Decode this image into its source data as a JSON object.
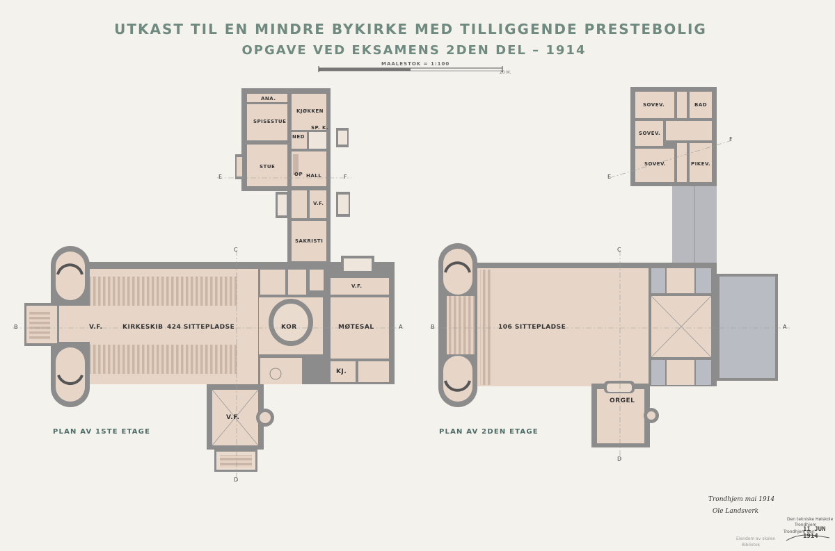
{
  "title": {
    "line1": "UTKAST TIL EN MINDRE BYKIRKE MED TILLIGGENDE PRESTEBOLIG",
    "line2": "OPGAVE VED EKSAMENS 2DEN DEL – 1914"
  },
  "scale": {
    "label": "MAALESTOK = 1:100",
    "end_label": "20 M."
  },
  "plans": {
    "first_floor": {
      "label": "PLAN AV 1STE ETAGE",
      "rooms": {
        "ana": "ANA.",
        "kjokken": "KJØKKEN",
        "spisestue": "SPISESTUE",
        "spk": "SP. K.",
        "ned": "NED",
        "stue": "STUE",
        "hall": "HALL",
        "op": "OP",
        "vf_house": "V.F.",
        "sakristi": "SAKRISTI",
        "vf_right": "V.F.",
        "vf_west": "V.F.",
        "kirkeskib": "KIRKESKIB",
        "seats": "424 SITTEPLADSE",
        "kor": "KOR",
        "motesal": "MØTESAL",
        "kj": "KJ.",
        "vf_south": "V.F."
      },
      "axes": {
        "b": "B",
        "a": "A",
        "e": "E",
        "f": "F",
        "c": "C",
        "d": "D"
      }
    },
    "second_floor": {
      "label": "PLAN AV 2DEN ETAGE",
      "rooms": {
        "sovev1": "SOVEV.",
        "bad": "BAD",
        "sovev2": "SOVEV.",
        "sovev3": "SOVEV.",
        "pikev": "PIKEV.",
        "seats": "106 SITTEPLADSE",
        "orgel": "ORGEL"
      },
      "axes": {
        "b": "B",
        "a": "A",
        "e": "E",
        "f": "F",
        "c": "C",
        "d": "D"
      }
    }
  },
  "annotations": {
    "signature_line1": "Trondhjem mai 1914",
    "signature_line2": "Ole Landsverk"
  },
  "stamp": {
    "line1": "Den tekniske Høiskole",
    "line2": "Trondhjem",
    "date_prefix": "Trondhjem den",
    "date": "11 JUN 1914"
  },
  "faded_stamp": {
    "line1": "Eiendom av skolen",
    "line2": "Bibliotek"
  },
  "colors": {
    "wall": "#8c8c8c",
    "floor": "#e7d6c8",
    "title": "#6f8a80",
    "blue_gray": "#b9bcc3"
  }
}
